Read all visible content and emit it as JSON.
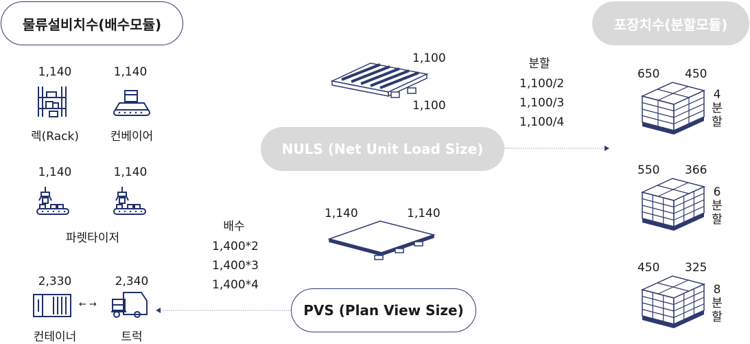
{
  "left_title": "물류설비치수(배수모듈)",
  "right_title": "포장치수(분할모듈)",
  "equipment": [
    {
      "value": "1,140",
      "label": "렉(Rack)",
      "icon": "rack-icon"
    },
    {
      "value": "1,140",
      "label": "컨베이어",
      "icon": "conveyor-icon"
    },
    {
      "value": "1,140",
      "label": "",
      "icon": "palletizer-icon"
    },
    {
      "value": "1,140",
      "label": "",
      "icon": "palletizer-icon"
    }
  ],
  "palletizer_label": "파렛타이저",
  "transport": [
    {
      "value": "2,330",
      "label": "컨테이너",
      "icon": "container-icon"
    },
    {
      "value": "2,340",
      "label": "트럭",
      "icon": "truck-icon"
    }
  ],
  "transport_arrow": "← →",
  "nuls": {
    "label": "NULS (Net Unit Load Size)",
    "dim_top": "1,100",
    "dim_bottom": "1,100",
    "split_title": "분할",
    "splits": [
      "1,100/2",
      "1,100/3",
      "1,100/4"
    ]
  },
  "pvs": {
    "label": "PVS (Plan View Size)",
    "dim_left": "1,140",
    "dim_right": "1,140",
    "multiple_title": "배수",
    "multiples": [
      "1,400*2",
      "1,400*3",
      "1,400*4"
    ]
  },
  "packages": [
    {
      "dim_a": "650",
      "dim_b": "450",
      "count": "4",
      "split_word": "분할"
    },
    {
      "dim_a": "550",
      "dim_b": "366",
      "count": "6",
      "split_word": "분할"
    },
    {
      "dim_a": "450",
      "dim_b": "325",
      "count": "8",
      "split_word": "분할"
    }
  ],
  "colors": {
    "navy": "#2e3a6e",
    "gray_pill": "#d9d9d9",
    "icon_navy": "#1f2f6b"
  }
}
